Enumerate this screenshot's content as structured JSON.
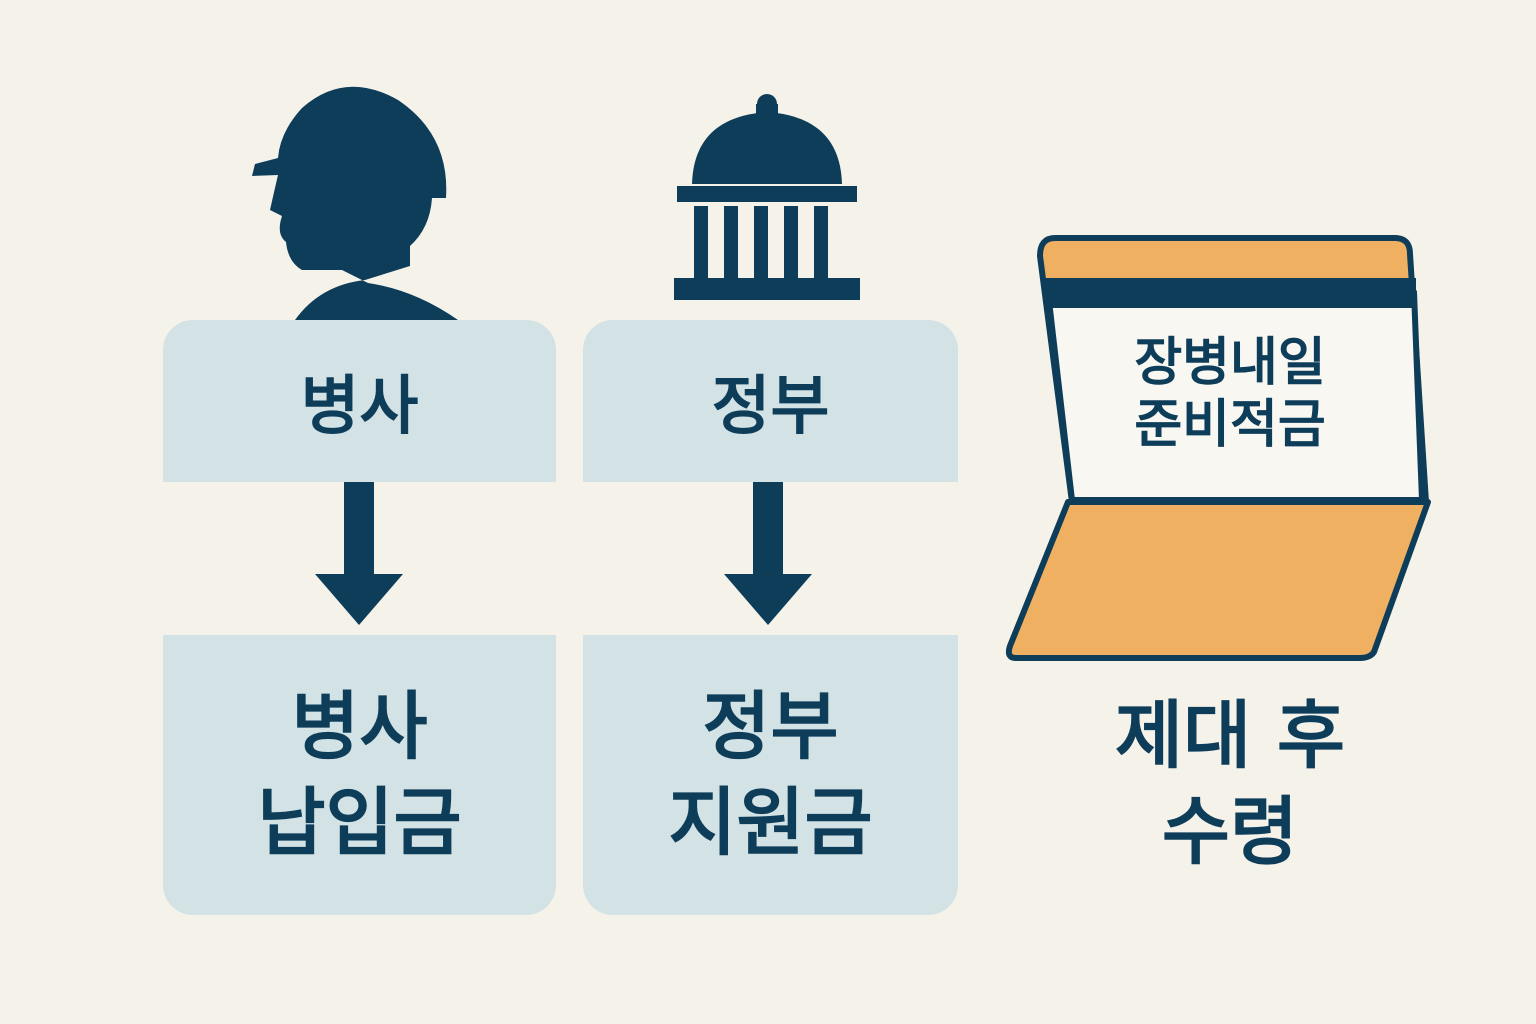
{
  "colors": {
    "navy": "#0e3d5a",
    "box": "#d2e2e5",
    "orange": "#efb062",
    "background": "#f5f2ea"
  },
  "icons": {
    "soldier": "soldier-silhouette-icon",
    "government": "government-building-icon",
    "folder": "savings-folder-icon"
  },
  "left": {
    "top_label": "병사",
    "bottom_line1": "병사",
    "bottom_line2": "납입금"
  },
  "middle": {
    "top_label": "정부",
    "bottom_line1": "정부",
    "bottom_line2": "지원금"
  },
  "right": {
    "card_line1": "장병내일",
    "card_line2": "준비적금",
    "result_line1": "제대 후",
    "result_line2": "수령"
  }
}
